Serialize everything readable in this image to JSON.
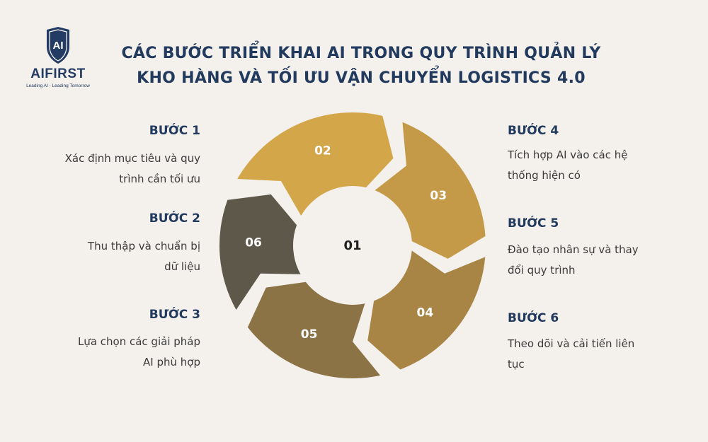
{
  "logo": {
    "emblem": "AI",
    "name": "AIFIRST",
    "tagline": "Leading AI - Leading Tomorrow"
  },
  "title": {
    "line1": "CÁC BƯỚC TRIỂN KHAI AI TRONG QUY TRÌNH QUẢN LÝ",
    "line2": "KHO HÀNG VÀ TỐI ƯU VẬN CHUYỂN LOGISTICS 4.0"
  },
  "steps": [
    {
      "heading": "BƯỚC 1",
      "line1": "Xác định mục tiêu và quy",
      "line2": "trình cần tối ưu"
    },
    {
      "heading": "BƯỚC 2",
      "line1": "Thu thập và chuẩn bị",
      "line2": "dữ liệu"
    },
    {
      "heading": "BƯỚC 3",
      "line1": "Lựa chọn các giải pháp",
      "line2": "AI phù hợp"
    },
    {
      "heading": "BƯỚC 4",
      "line1": "Tích hợp AI vào các hệ",
      "line2": "thống hiện có"
    },
    {
      "heading": "BƯỚC 5",
      "line1": "Đào tạo nhân sự và thay",
      "line2": "đổi quy trình"
    },
    {
      "heading": "BƯỚC 6",
      "line1": "Theo dõi và cải tiến liên",
      "line2": "tục"
    }
  ],
  "cycle": {
    "center": "01",
    "segments": [
      {
        "label": "02",
        "color": "#d4a64a"
      },
      {
        "label": "03",
        "color": "#c49a48"
      },
      {
        "label": "04",
        "color": "#a88544"
      },
      {
        "label": "05",
        "color": "#8c7346"
      },
      {
        "label": "06",
        "color": "#5e584b"
      }
    ]
  },
  "colors": {
    "background": "#f4f1ec",
    "heading": "#223a5e",
    "body_text": "#3a3a3a"
  }
}
